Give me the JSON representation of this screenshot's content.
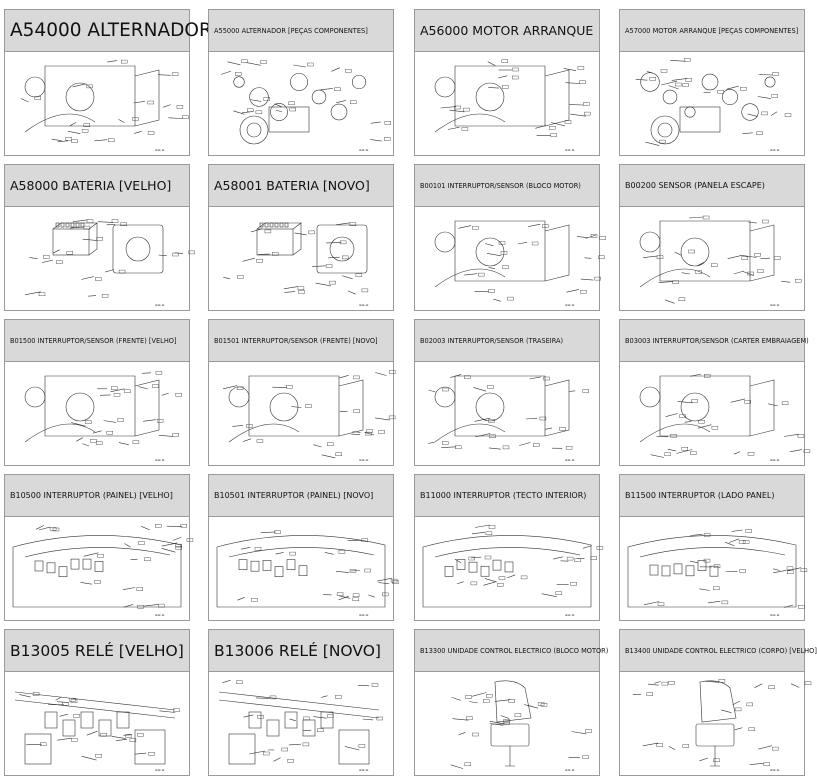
{
  "catalog": {
    "items": [
      {
        "code_title": "A54000 ALTERNADOR",
        "size": "xl",
        "icon": "alternator-engine-diagram"
      },
      {
        "code_title": "A55000 ALTERNADOR [PEÇAS COMPONENTES]",
        "size": "xs",
        "icon": "alternator-exploded-diagram"
      },
      {
        "code_title": "A56000 MOTOR ARRANQUE",
        "size": "m",
        "icon": "starter-motor-diagram"
      },
      {
        "code_title": "A57000 MOTOR ARRANQUE [PEÇAS COMPONENTES]",
        "size": "xs",
        "icon": "starter-exploded-diagram"
      },
      {
        "code_title": "A58000 BATERIA [VELHO]",
        "size": "m",
        "icon": "battery-diagram"
      },
      {
        "code_title": "A58001 BATERIA [NOVO]",
        "size": "m",
        "icon": "battery-diagram"
      },
      {
        "code_title": "B00101 INTERRUPTOR/SENSOR (BLOCO MOTOR)",
        "size": "xs",
        "icon": "engine-block-sensor-diagram"
      },
      {
        "code_title": "B00200 SENSOR (PANELA ESCAPE)",
        "size": "s",
        "icon": "exhaust-sensor-diagram"
      },
      {
        "code_title": "B01500 INTERRUPTOR/SENSOR (FRENTE) [VELHO]",
        "size": "xs",
        "icon": "front-sensor-diagram"
      },
      {
        "code_title": "B01501 INTERRUPTOR/SENSOR (FRENTE) [NOVO]",
        "size": "xs",
        "icon": "front-sensor-diagram"
      },
      {
        "code_title": "B02003 INTERRUPTOR/SENSOR (TRASEIRA)",
        "size": "xs",
        "icon": "rear-sensor-diagram"
      },
      {
        "code_title": "B03003 INTERRUPTOR/SENSOR (CARTER EMBRAIAGEM)",
        "size": "xs",
        "icon": "clutch-housing-sensor-diagram"
      },
      {
        "code_title": "B10500 INTERRUPTOR (PAINEL) [VELHO]",
        "size": "s",
        "icon": "panel-switch-diagram"
      },
      {
        "code_title": "B10501 INTERRUPTOR (PAINEL) [NOVO]",
        "size": "s",
        "icon": "panel-switch-diagram"
      },
      {
        "code_title": "B11000 INTERRUPTOR (TECTO INTERIOR)",
        "size": "s",
        "icon": "roof-switch-diagram"
      },
      {
        "code_title": "B11500 INTERRUPTOR (LADO PANEL)",
        "size": "s",
        "icon": "side-panel-switch-diagram"
      },
      {
        "code_title": "B13005 RELÉ [VELHO]",
        "size": "l",
        "icon": "relay-diagram"
      },
      {
        "code_title": "B13006 RELÉ [NOVO]",
        "size": "l",
        "icon": "relay-diagram"
      },
      {
        "code_title": "B13300 UNIDADE CONTROL ELECTRICO (BLOCO MOTOR)",
        "size": "xs",
        "icon": "ecu-engine-diagram"
      },
      {
        "code_title": "B13400 UNIDADE CONTROL ELECTRICO (CORPO) [VELHO]",
        "size": "xs",
        "icon": "ecu-body-diagram"
      }
    ]
  }
}
